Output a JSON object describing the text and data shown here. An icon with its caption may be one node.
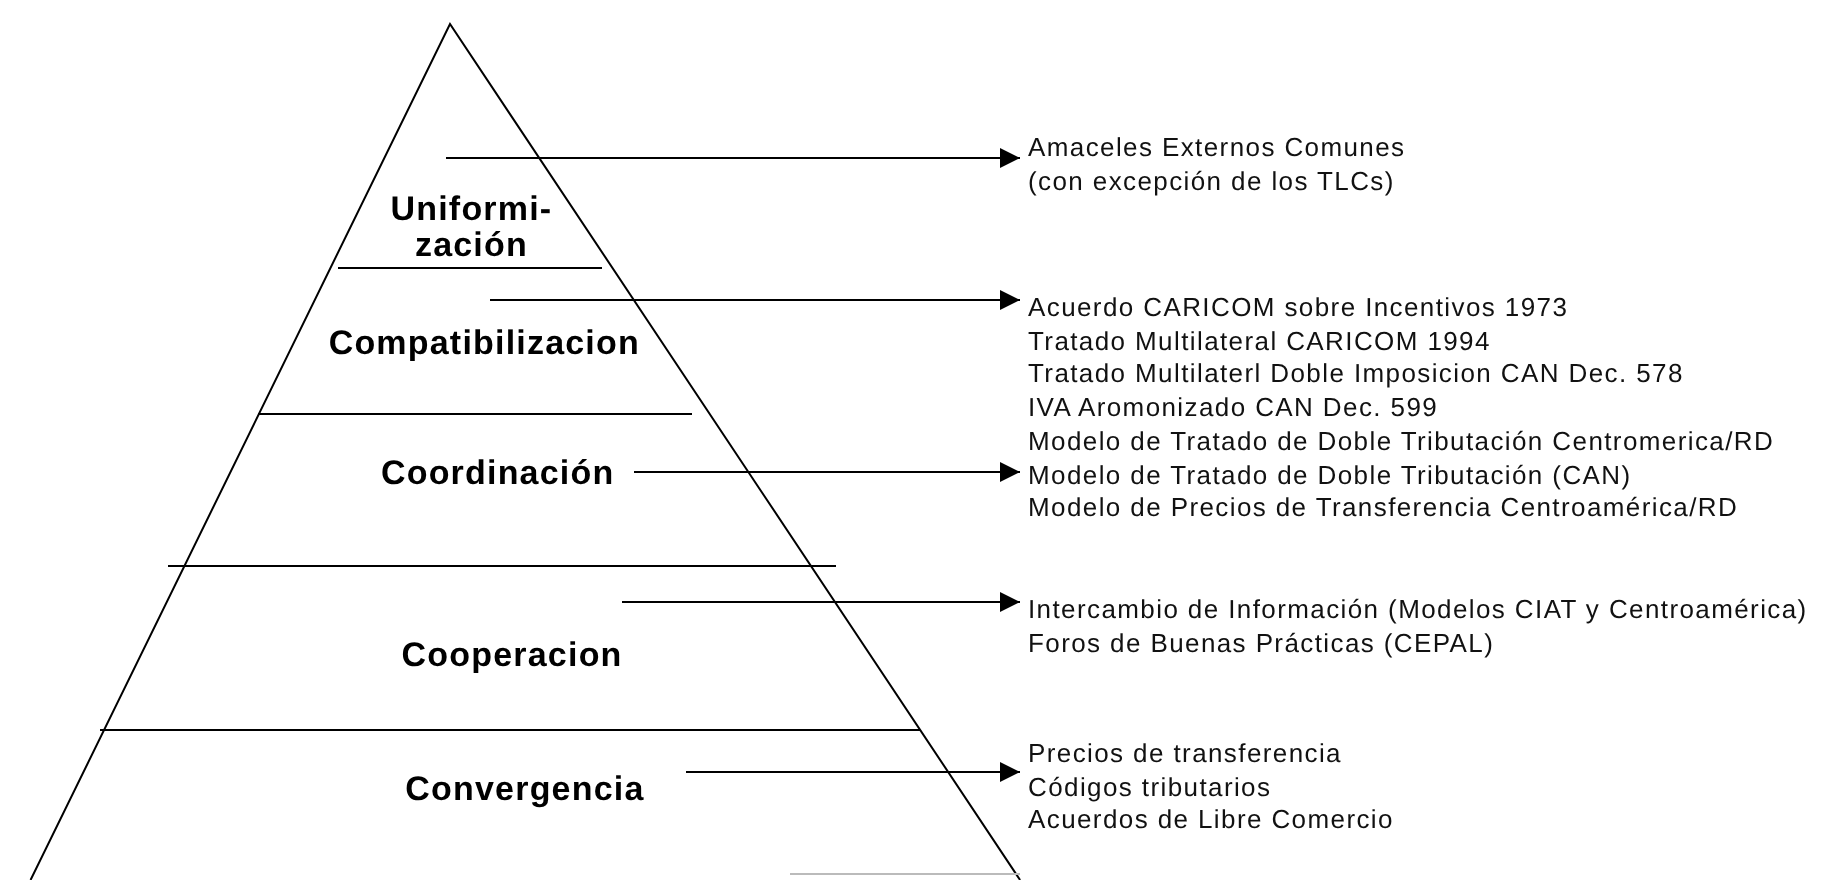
{
  "diagram": {
    "nodes": [
      {
        "text": [
          "Uniformi- zación"
        ]
      },
      {
        "text": [
          "Compatibilizacion"
        ]
      },
      {
        "text": [
          "Coordinación"
        ]
      },
      {
        "text": [
          "Cooperacion"
        ]
      },
      {
        "text": [
          "Convergencia"
        ]
      },
      {
        "text": [
          "Amaceles Externos Comunes (con excepción de los TLCs)"
        ]
      },
      {
        "text": [
          "Acuerdo CARICOM sobre Incentivos 1973",
          "Tratado Multilateral CARICOM 1994",
          "Tratado Multilaterl Doble Imposicion CAN Dec. 578",
          "IVA Aromonizado CAN Dec. 599"
        ]
      },
      {
        "text": [
          "Modelo de Tratado de Doble Tributación Centromerica/RD",
          "Modelo de Tratado de Doble Tributación (CAN)",
          "Modelo de Precios de Transferencia Centroamérica/RD"
        ]
      },
      {
        "text": [
          "Intercambio de Información (Modelos CIAT y Centroamérica)",
          "Foros de Buenas Prácticas (CEPAL)"
        ]
      },
      {
        "text": [
          "Precios de transferencia",
          "Códigos tributarios",
          "Acuerdos de Libre Comercio"
        ]
      }
    ],
    "edges": [
      {
        "from": 0,
        "to": 5,
        "arrow": "to"
      },
      {
        "from": 1,
        "to": 6,
        "arrow": "to"
      },
      {
        "from": 2,
        "to": 7,
        "arrow": "to"
      },
      {
        "from": 3,
        "to": 8,
        "arrow": "to"
      },
      {
        "from": 4,
        "to": 9,
        "arrow": "to"
      }
    ]
  }
}
